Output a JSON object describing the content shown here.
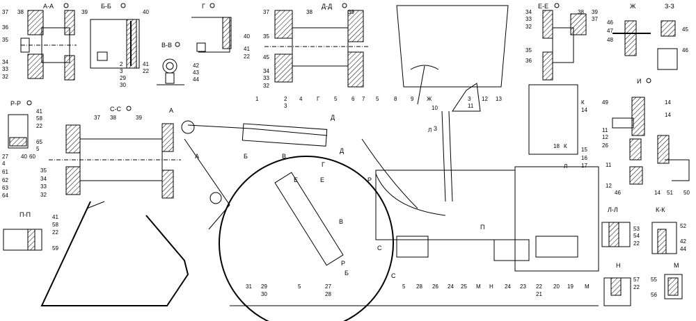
{
  "section_titles": {
    "aa": "А-А",
    "bb": "Б-Б",
    "gg": "Г",
    "vv": "В-В",
    "dd": "Д-Д",
    "ee": "Е-Е",
    "zh": "Ж",
    "zz": "З-З",
    "ii": "И",
    "rr": "Р-Р",
    "ss": "С-С",
    "pp": "П-П",
    "ll": "Л-Л",
    "kk": "К-К",
    "nn": "Н",
    "mm": "М"
  },
  "callouts": {
    "aa": [
      "37",
      "38",
      "39",
      "36",
      "35",
      "34",
      "33",
      "32"
    ],
    "bb": [
      "40",
      "2",
      "3",
      "29",
      "30",
      "41",
      "22"
    ],
    "gg": [
      "40",
      "41",
      "22"
    ],
    "vv": [
      "42",
      "43",
      "44"
    ],
    "dd": [
      "37",
      "38",
      "39",
      "35",
      "45",
      "34",
      "33",
      "32"
    ],
    "ee": [
      "34",
      "33",
      "32",
      "38",
      "39",
      "37",
      "35",
      "36"
    ],
    "zh": [
      "46",
      "47",
      "48"
    ],
    "zz": [
      "45",
      "46"
    ],
    "ii": [
      "14",
      "49",
      "11",
      "12",
      "26",
      "14",
      "11",
      "12",
      "46",
      "14",
      "51",
      "50"
    ],
    "rr": [
      "41",
      "58",
      "22",
      "65",
      "5",
      "27",
      "4",
      "40",
      "60",
      "61",
      "62",
      "63",
      "64"
    ],
    "ss": [
      "37",
      "38",
      "39",
      "35",
      "34",
      "33",
      "32"
    ],
    "pp": [
      "41",
      "58",
      "22",
      "59"
    ],
    "ll": [
      "53",
      "54",
      "22"
    ],
    "kk": [
      "52",
      "42",
      "44"
    ],
    "nn": [
      "57",
      "22"
    ],
    "mm": [
      "55",
      "56"
    ],
    "main_top": [
      "1",
      "2",
      "3",
      "4",
      "Г",
      "5",
      "6",
      "7",
      "5",
      "8",
      "9",
      "Ж",
      "10",
      "3",
      "11",
      "12",
      "13",
      "К",
      "14",
      "15",
      "16",
      "17",
      "18",
      "К",
      "Л",
      "Л"
    ],
    "main_bottom": [
      "31",
      "29",
      "30",
      "5",
      "27",
      "28",
      "5",
      "28",
      "26",
      "24",
      "25",
      "М",
      "Н",
      "24",
      "23",
      "22",
      "21",
      "20",
      "19",
      "М"
    ],
    "main_misc": [
      "А",
      "А",
      "Б",
      "Б",
      "В",
      "В",
      "Д",
      "Д",
      "Г",
      "Е",
      "Е",
      "Р",
      "Р",
      "С",
      "С",
      "П",
      "3"
    ]
  }
}
